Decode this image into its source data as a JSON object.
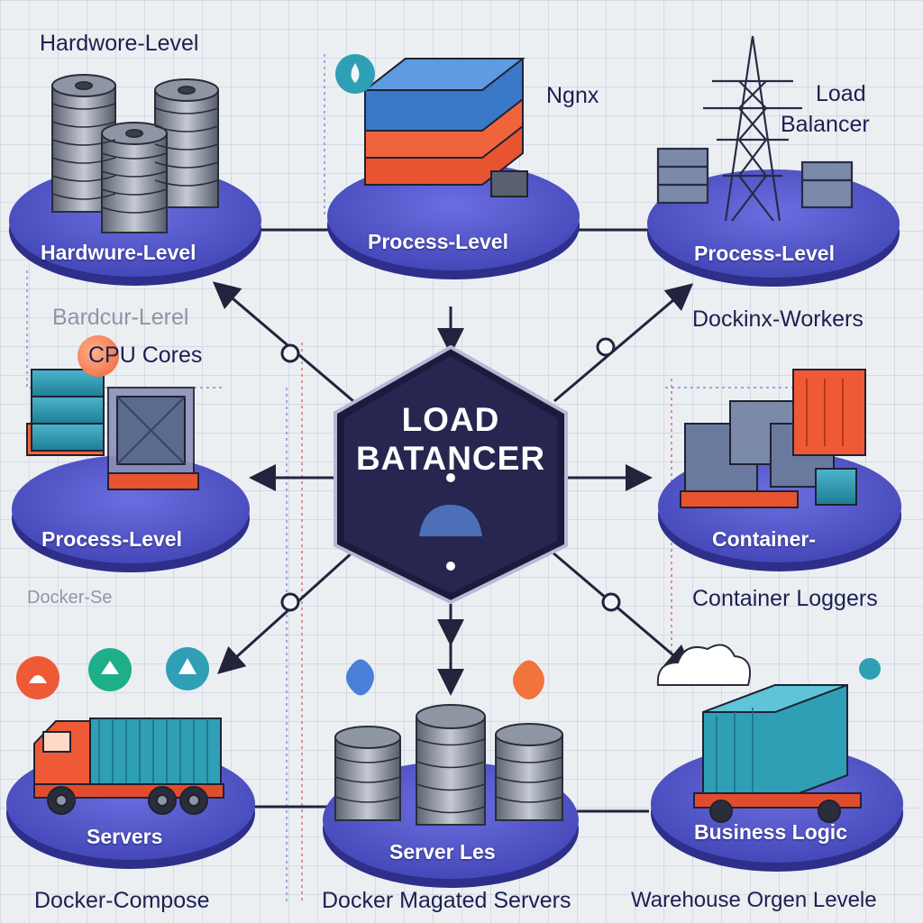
{
  "center": {
    "line1": "LOAD",
    "line2": "BATANCER"
  },
  "platforms": {
    "top_left": "Hardwure-Level",
    "top_center": "Process-Level",
    "top_right": "Process-Level",
    "mid_left": "Process-Level",
    "mid_right": "Container-",
    "bottom_left": "Servers",
    "bottom_center": "Server Les",
    "bottom_right": "Business Logic"
  },
  "captions": {
    "top_left": "Hardwore-Level",
    "nginx": "Ngnx",
    "load_balancer_line1": "Load",
    "load_balancer_line2": "Balancer",
    "mid_left_faded": "Bardcur-Lerel",
    "cpu_cores": "CPU Cores",
    "docker_workers": "Dockinx-Workers",
    "container_left_faded": "Docker-Se",
    "container_loggers": "Container Loggers",
    "bottom_left": "Docker-Compose",
    "bottom_center": "Docker Magated Servers",
    "bottom_right": "Warehouse Orgen Levele"
  },
  "colors": {
    "platform": "#5356cc",
    "hexagon": "#272650",
    "accent_orange": "#ee5a36",
    "accent_teal": "#2f9fb5",
    "accent_green": "#1fae8a",
    "stack_gray": "#7b8292"
  }
}
